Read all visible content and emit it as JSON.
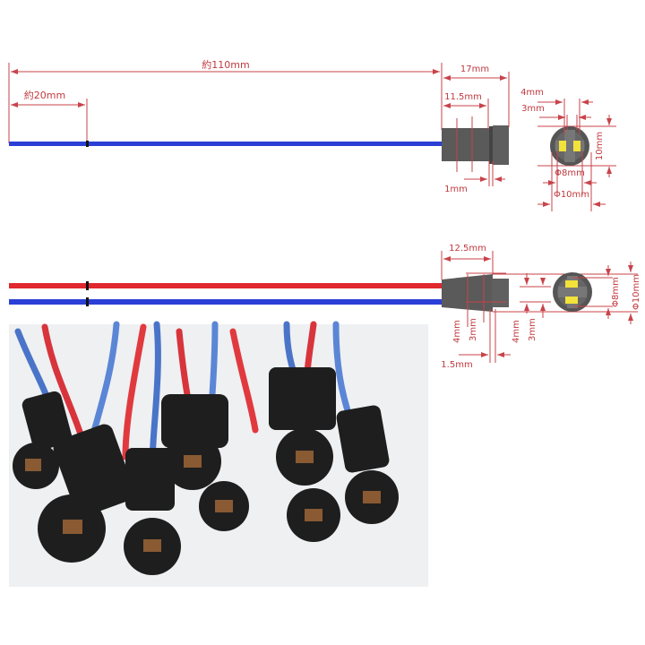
{
  "diagram_top": {
    "total_length": "約110mm",
    "marker_length": "約20mm",
    "connector_length": "17mm",
    "body_length": "11.5mm",
    "flange_thickness": "1mm",
    "slot_outer": "4mm",
    "slot_inner": "3mm",
    "inner_diameter": "Φ8mm",
    "outer_diameter": "Φ10mm",
    "height": "10mm"
  },
  "diagram_bottom": {
    "body_length": "12.5mm",
    "side_slot_outer": "4mm",
    "side_slot_inner": "3mm",
    "face_slot_outer": "4mm",
    "face_slot_inner": "3mm",
    "gap": "1.5mm",
    "inner_diameter": "Φ8mm",
    "outer_diameter": "Φ10mm"
  },
  "colors": {
    "dimension": "#c0393f",
    "wire_blue": "#2b3fd6",
    "wire_red": "#e0282e",
    "connector": "#5a5a5a",
    "contact": "#f2e23a"
  }
}
